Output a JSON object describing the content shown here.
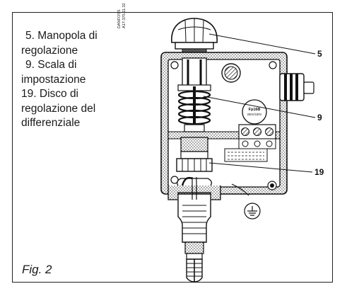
{
  "legend": {
    "item_5": {
      "number": "5.",
      "label_line1": "Manopola di",
      "label_line2": "regolazione"
    },
    "item_9": {
      "number": "9.",
      "label_line1": "Scala di",
      "label_line2": "impostazione"
    },
    "item_19": {
      "number": "19.",
      "label_line1": "Disco di",
      "label_line2": "regolazione del",
      "label_line3": "differenziale"
    }
  },
  "drawing_code": {
    "line1": "DANFOSS",
    "line2": "A17-375.11.32"
  },
  "callouts": {
    "c5": "5",
    "c9": "9",
    "c19": "19"
  },
  "nameplate": {
    "line1": "Fp16B",
    "line2": "250V/230V"
  },
  "caption": "Fig. 2"
}
